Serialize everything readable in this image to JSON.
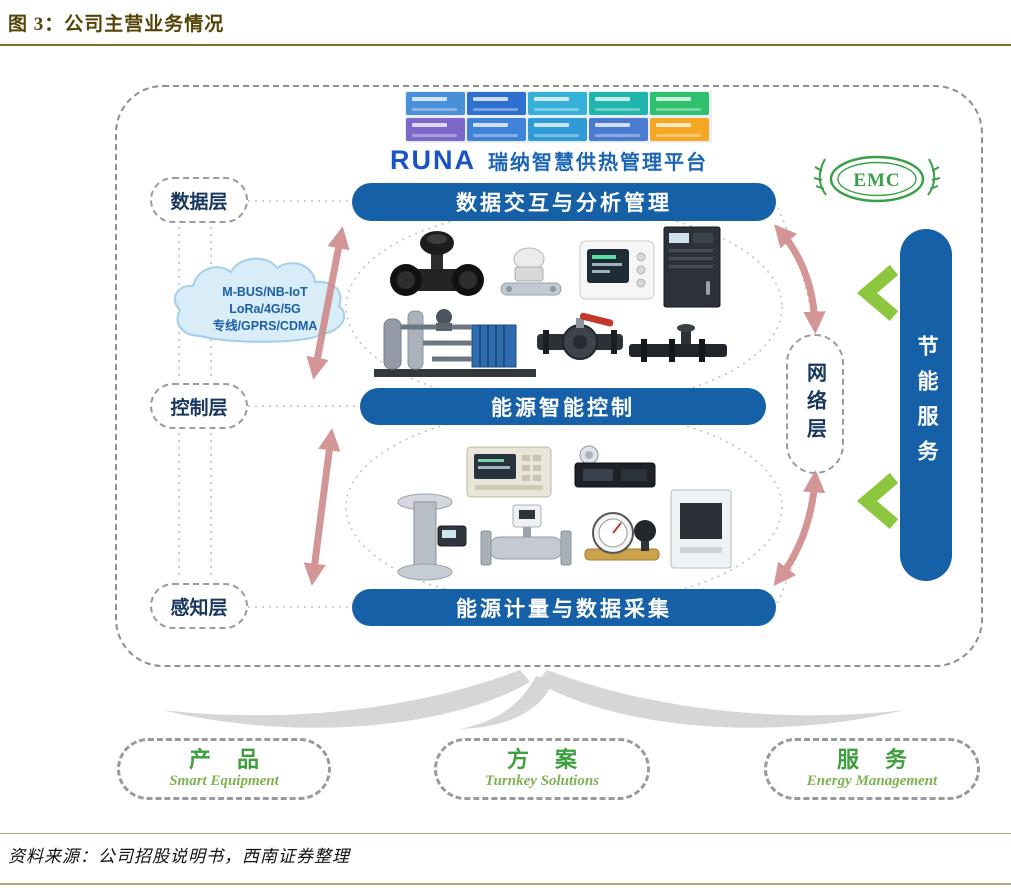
{
  "figure": {
    "title": "图 3：公司主营业务情况",
    "source": "资料来源：公司招股说明书，西南证券整理"
  },
  "platform": {
    "logo": "RUNA",
    "name": "瑞纳智慧供热管理平台"
  },
  "dashboard": {
    "tiles": [
      "#4a90d9",
      "#2f6fd0",
      "#35b1d9",
      "#1fb5ad",
      "#2fc06d",
      "#7b68c8",
      "#3f83d8",
      "#2e9ad6",
      "#4a7bd0",
      "#f5a623"
    ]
  },
  "layers": [
    {
      "label": "数据层",
      "bar": "数据交互与分析管理"
    },
    {
      "label": "控制层",
      "bar": "能源智能控制"
    },
    {
      "label": "感知层",
      "bar": "能源计量与数据采集"
    }
  ],
  "cloud_lines": [
    "M-BUS/NB-IoT",
    "LoRa/4G/5G",
    "专线/GPRS/CDMA"
  ],
  "network_label": "网络层",
  "service_label": "节能服务",
  "emc_label": "EMC",
  "pills": [
    {
      "cn": "产 品",
      "en": "Smart Equipment"
    },
    {
      "cn": "方 案",
      "en": "Turnkey Solutions"
    },
    {
      "cn": "服 务",
      "en": "Energy Management"
    }
  ],
  "product_photos": [
    "motorized-ball-valve",
    "valve-actuator",
    "thermostat-controller",
    "control-cabinet",
    "heat-exchange-unit",
    "butterfly-valve",
    "pipeline-valve",
    "plc-controller",
    "data-collector",
    "flow-meter-vertical",
    "flow-meter-horizontal",
    "heat-meter",
    "wall-mounted-terminal"
  ],
  "colors": {
    "bar_blue": "#1660a8",
    "title_brown": "#554408",
    "green": "#3aa047",
    "chevron_green": "#8dc63f",
    "arrow_pink": "#cf8a8a",
    "pill_green": "#3d9f3d",
    "runa_blue": "#1a53c6"
  }
}
